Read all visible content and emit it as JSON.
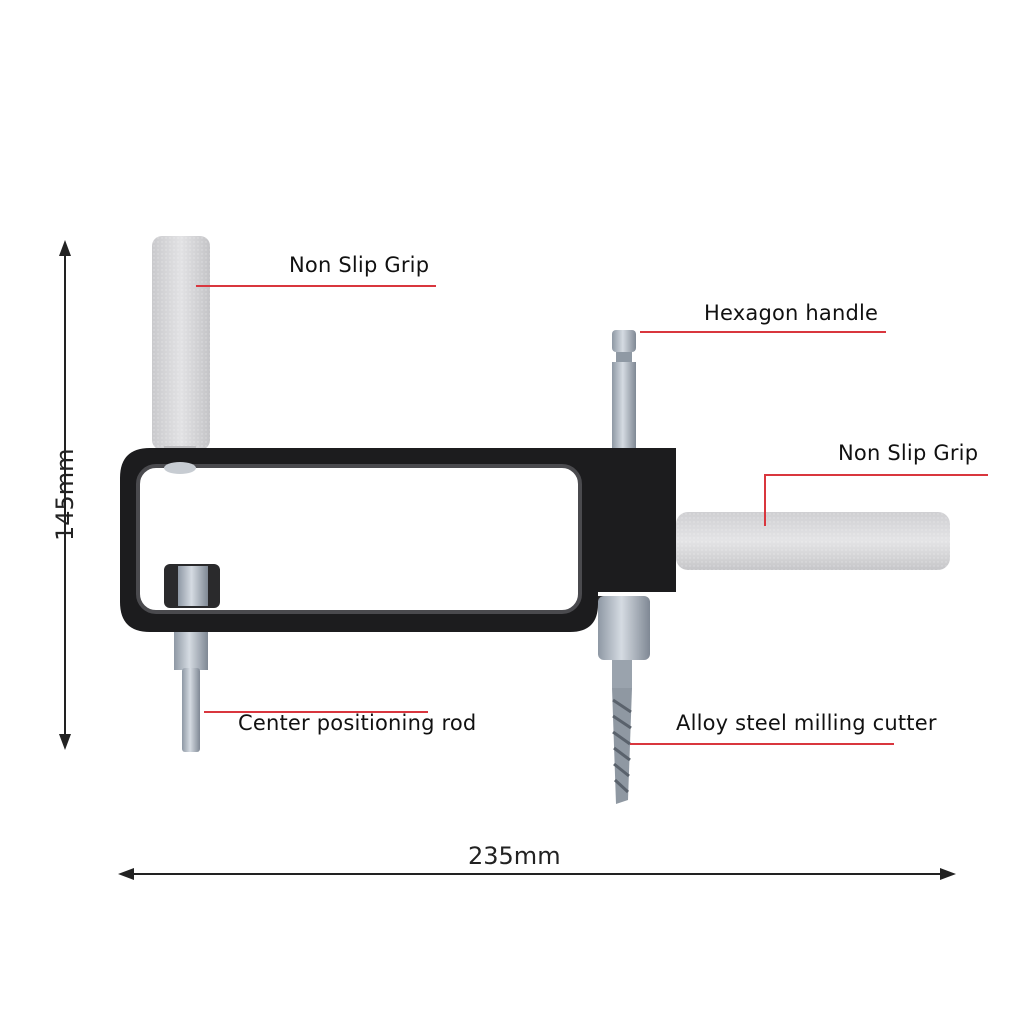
{
  "diagram": {
    "subject": "Hole cutter / circle milling jig",
    "colors": {
      "leader_line": "#d9363e",
      "frame": "#1c1c1e",
      "grip": "#d4d4d6",
      "steel": "#a9b2bc",
      "dimension": "#222222"
    },
    "callouts": [
      {
        "id": "grip-top",
        "text": "Non Slip Grip"
      },
      {
        "id": "hex-handle",
        "text": "Hexagon handle"
      },
      {
        "id": "grip-side",
        "text": "Non Slip Grip"
      },
      {
        "id": "center-rod",
        "text": "Center positioning rod"
      },
      {
        "id": "milling-cutter",
        "text": "Alloy steel milling cutter"
      }
    ],
    "dimensions": {
      "height": "145mm",
      "width": "235mm"
    }
  }
}
